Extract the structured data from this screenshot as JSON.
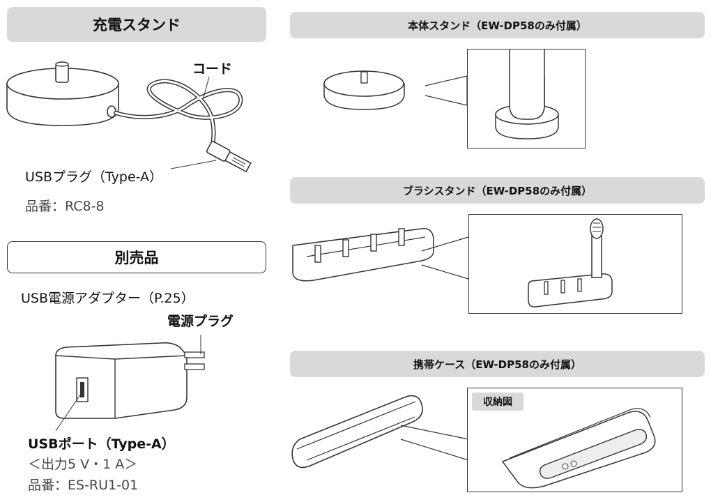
{
  "charging_stand": {
    "heading": "充電スタンド",
    "cord_label": "コード",
    "usb_plug_label": "USBプラグ（Type-A）",
    "part_number": "品番：RC8-8"
  },
  "sold_separately": {
    "heading": "別売品",
    "adapter_label": "USB電源アダプター（P.25）",
    "power_plug_label": "電源プラグ",
    "usb_port_label": "USBポート（Type-A）",
    "output_label": "＜出力5 V・1 A＞",
    "part_number": "品番：ES-RU1-01"
  },
  "body_stand": {
    "heading": "本体スタンド（EW-DP58のみ付属）"
  },
  "brush_stand": {
    "heading": "ブラシスタンド（EW-DP58のみ付属）"
  },
  "travel_case": {
    "heading": "携帯ケース（EW-DP58のみ付属）",
    "storage_label": "収納図"
  }
}
